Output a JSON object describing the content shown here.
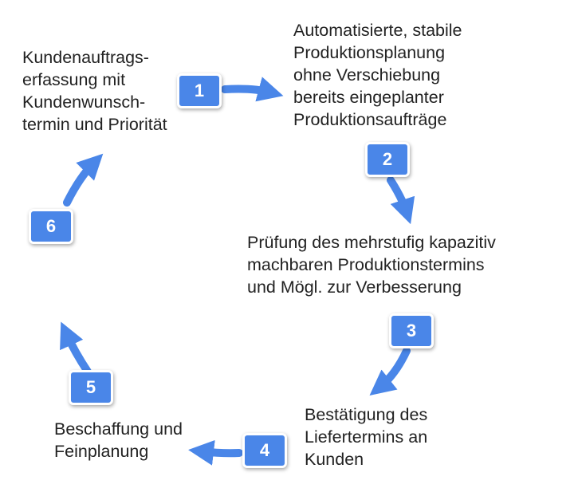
{
  "colors": {
    "accent": "#4a86e8",
    "arrow": "#4a86e8",
    "text": "#222222"
  },
  "steps": [
    {
      "number": "1",
      "lines": [
        "Kundenauftrags-",
        "erfassung mit",
        "Kundenwunsch-",
        "termin und Priorität"
      ]
    },
    {
      "number": "2",
      "lines": [
        "Automatisierte, stabile",
        "Produktionsplanung",
        "ohne Verschiebung",
        "bereits eingeplanter",
        "Produktionsaufträge"
      ]
    },
    {
      "number": "3",
      "lines": [
        "Prüfung des mehrstufig kapazitiv",
        "machbaren Produktionstermins",
        "und Mögl. zur Verbesserung"
      ]
    },
    {
      "number": "4",
      "lines": [
        "Bestätigung des",
        "Liefertermins an",
        "Kunden"
      ]
    },
    {
      "number": "5",
      "lines": [
        "Beschaffung und",
        "Feinplanung"
      ]
    },
    {
      "number": "6",
      "lines": []
    }
  ]
}
